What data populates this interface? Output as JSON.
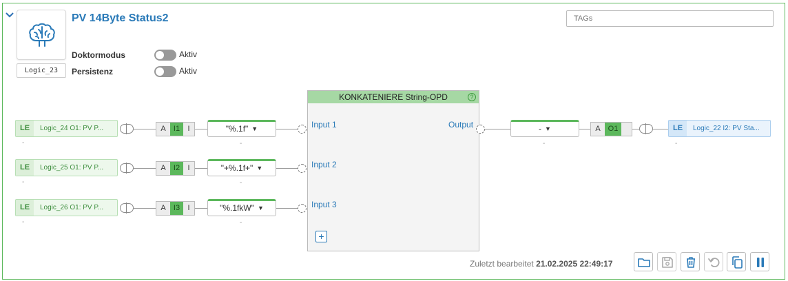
{
  "header": {
    "title": "PV 14Byte Status2",
    "logic_id": "Logic_23",
    "tags_placeholder": "TAGs",
    "options": [
      {
        "label": "Doktormodus",
        "toggle_label": "Aktiv",
        "active": false
      },
      {
        "label": "Persistenz",
        "toggle_label": "Aktiv",
        "active": false
      }
    ]
  },
  "inputs": [
    {
      "tag": "LE",
      "ref": "Logic_24 O1: PV P...",
      "sub": "-",
      "a": "A",
      "port": "I1",
      "i": "I",
      "format": "\"%.1f\"",
      "format_sub": "-"
    },
    {
      "tag": "LE",
      "ref": "Logic_25 O1: PV P...",
      "sub": "-",
      "a": "A",
      "port": "I2",
      "i": "I",
      "format": "\"+%.1f+\"",
      "format_sub": "-"
    },
    {
      "tag": "LE",
      "ref": "Logic_26 O1: PV P...",
      "sub": "-",
      "a": "A",
      "port": "I3",
      "i": "I",
      "format": "\"%.1fkW\"",
      "format_sub": "-"
    }
  ],
  "block": {
    "title": "KONKATENIERE String-OPD",
    "help": "?",
    "inputs": [
      "Input 1",
      "Input 2",
      "Input 3"
    ],
    "output": "Output",
    "add": "+"
  },
  "output": {
    "format": "-",
    "format_sub": "-",
    "a": "A",
    "port": "O1",
    "tag": "LE",
    "ref": "Logic_22 I2: PV Sta...",
    "sub": "-"
  },
  "footer": {
    "label": "Zuletzt bearbeitet",
    "timestamp": "21.02.2025 22:49:17",
    "buttons": [
      "folder-icon",
      "save-icon",
      "trash-icon",
      "undo-icon",
      "copy-icon",
      "pause-icon"
    ]
  },
  "colors": {
    "accent_green": "#5cb85c",
    "link_blue": "#2a7ab8",
    "block_header": "#a6d8a4"
  }
}
